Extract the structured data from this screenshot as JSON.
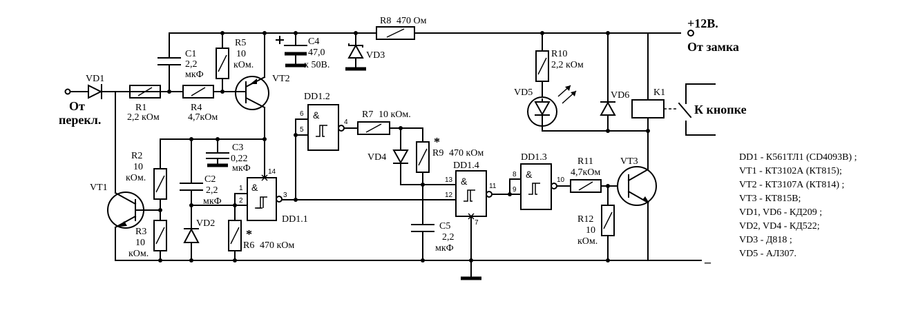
{
  "supply": {
    "voltage": "+12В.",
    "source": "От замка",
    "minus": "–"
  },
  "inputs": {
    "switch_line1": "От",
    "switch_line2": "перекл."
  },
  "outputs": {
    "button": "К кнопке"
  },
  "gate_symbol": "&",
  "star": "*",
  "components": {
    "R1": {
      "name": "R1",
      "value": "2,2 кОм"
    },
    "R2": {
      "name": "R2",
      "value1": "10",
      "value2": "кОм."
    },
    "R3": {
      "name": "R3",
      "value1": "10",
      "value2": "кОм."
    },
    "R4": {
      "name": "R4",
      "value": "4,7кОм"
    },
    "R5": {
      "name": "R5",
      "value1": "10",
      "value2": "кОм."
    },
    "R6": {
      "name": "R6",
      "value": "470 кОм"
    },
    "R7": {
      "name": "R7",
      "value": "10 кОм."
    },
    "R8": {
      "name": "R8",
      "value": "470 Ом"
    },
    "R9": {
      "name": "R9",
      "value": "470 кОм"
    },
    "R10": {
      "name": "R10",
      "value": "2,2 кОм"
    },
    "R11": {
      "name": "R11",
      "value": "4,7кОм"
    },
    "R12": {
      "name": "R12",
      "value1": "10",
      "value2": "кОм."
    },
    "C1": {
      "name": "C1",
      "value1": "2,2",
      "value2": "мкФ"
    },
    "C2": {
      "name": "C2",
      "value1": "2,2",
      "value2": "мкФ"
    },
    "C3": {
      "name": "C3",
      "value1": "0,22",
      "value2": "мкФ"
    },
    "C4": {
      "name": "C4",
      "value1": "47,0",
      "value2": "х 50В."
    },
    "C5": {
      "name": "C5",
      "value1": "2,2",
      "value2": "мкФ"
    },
    "VD1": "VD1",
    "VD2": "VD2",
    "VD3": "VD3",
    "VD4": "VD4",
    "VD5": "VD5",
    "VD6": "VD6",
    "VT1": "VT1",
    "VT2": "VT2",
    "VT3": "VT3",
    "K1": "K1",
    "DD1_1": "DD1.1",
    "DD1_2": "DD1.2",
    "DD1_3": "DD1.3",
    "DD1_4": "DD1.4"
  },
  "pins": {
    "dd11_in1": "1",
    "dd11_in2": "2",
    "dd11_out": "3",
    "dd11_vcc": "14",
    "dd12_in1": "6",
    "dd12_in2": "5",
    "dd12_out": "4",
    "dd14_in1": "13",
    "dd14_in2": "12",
    "dd14_out": "11",
    "dd14_gnd": "7",
    "dd13_in1": "8",
    "dd13_in2": "9",
    "dd13_out": "10"
  },
  "legend": [
    "DD1 - К561ТЛ1 (CD4093B) ;",
    "VT1  -  КТ3102А (КТ815);",
    "VT2  -  КТ3107А (КТ814) ;",
    "VT3 - КТ815В;",
    "VD1, VD6  -  КД209 ;",
    "VD2, VD4  -  КД522;",
    "VD3  -  Д818 ;",
    "VD5  -  АЛ307."
  ]
}
